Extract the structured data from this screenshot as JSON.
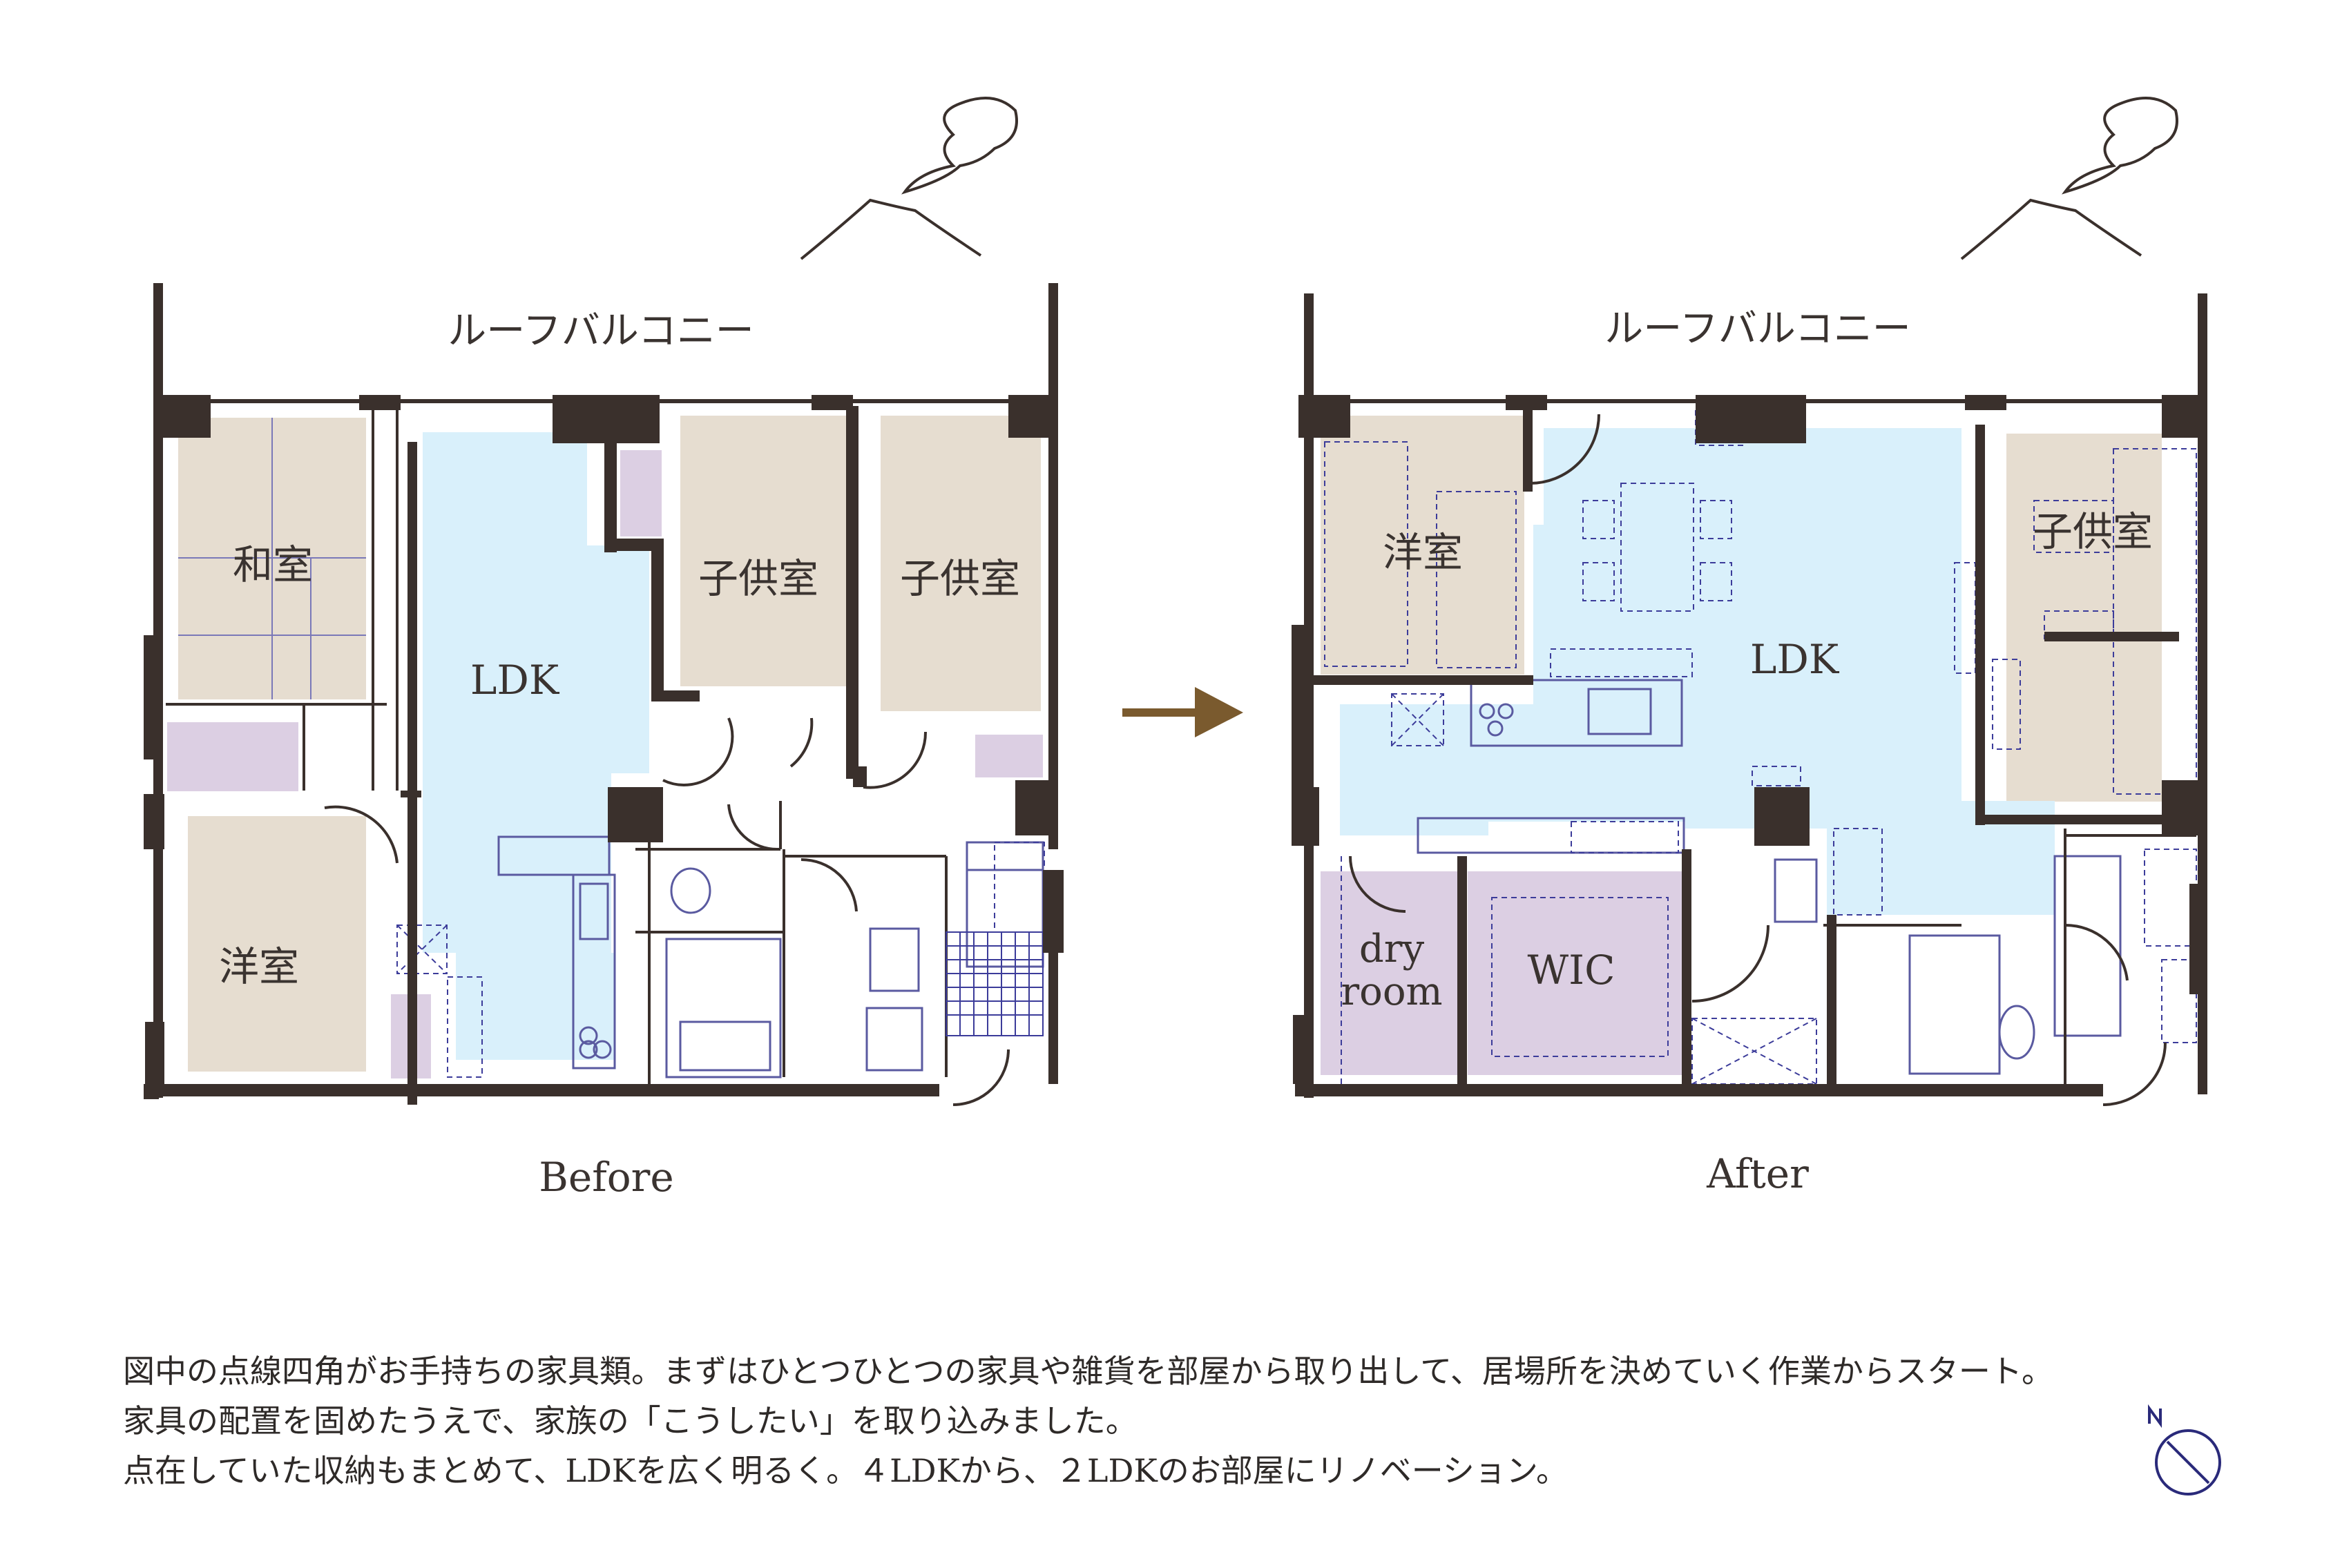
{
  "colors": {
    "wall": "#3a302c",
    "ldk_blue": "#d9f0fb",
    "private_room_beige": "#e6ddd0",
    "storage_purple": "#dccfe3",
    "furniture_dash": "#3c3c9a",
    "arrow": "#7a5a2e"
  },
  "before": {
    "balcony_label": "ルーフバルコニー",
    "caption": "Before",
    "rooms": {
      "washitsu": "和室",
      "youshitsu": "洋室",
      "ldk": "LDK",
      "kodomo1": "子供室",
      "kodomo2": "子供室"
    }
  },
  "after": {
    "balcony_label": "ルーフバルコニー",
    "caption": "After",
    "rooms": {
      "youshitsu": "洋室",
      "ldk": "LDK",
      "kodomo": "子供室",
      "dry_line1": "dry",
      "dry_line2": "room",
      "wic": "WIC"
    }
  },
  "notes": [
    "図中の点線四角がお手持ちの家具類。まずはひとつひとつの家具や雑貨を部屋から取り出して、居場所を決めていく作業からスタート。",
    "家具の配置を固めたうえで、家族の「こうしたい」を取り込みました。",
    "点在していた収納もまとめて、LDKを広く明るく。４LDKから、２LDKのお部屋にリノベーション。"
  ],
  "icons": [
    "mountain-cloud-icon",
    "arrow-right-icon",
    "compass-icon"
  ]
}
